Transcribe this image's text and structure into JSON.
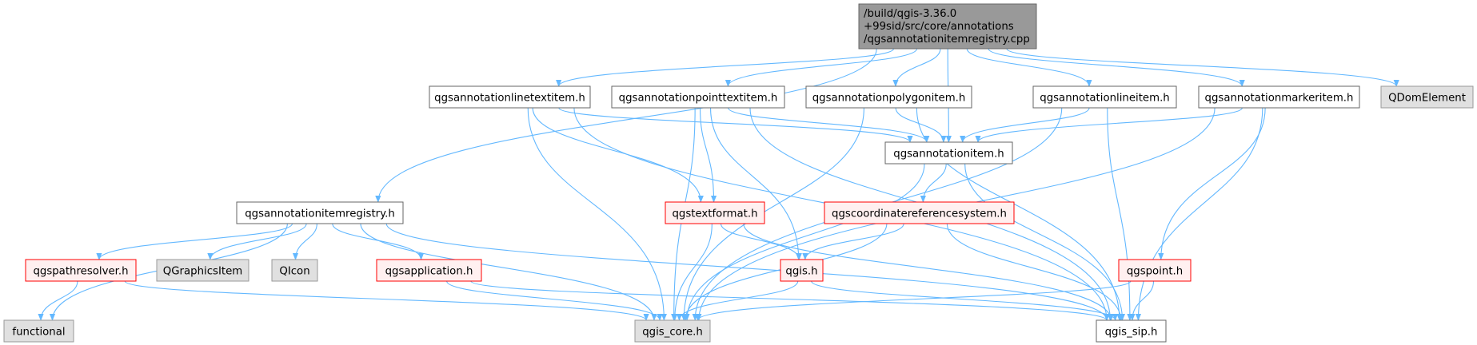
{
  "colors": {
    "edge": "#63b8ff",
    "root_fill": "#999999",
    "root_stroke": "#666666",
    "normal_fill": "#ffffff",
    "normal_stroke": "#666666",
    "truncated_fill": "#fff0f0",
    "truncated_stroke": "#ff0000",
    "external_fill": "#e0e0e0",
    "external_stroke": "#999999"
  },
  "nodes": [
    {
      "id": "root",
      "kind": "root",
      "lines": [
        "/build/qgis-3.36.0",
        "+99sid/src/core/annotations",
        "/qgsannotationitemregistry.cpp"
      ]
    },
    {
      "id": "linetextitem",
      "kind": "normal",
      "lines": [
        "qgsannotationlinetextitem.h"
      ]
    },
    {
      "id": "pointtextitem",
      "kind": "normal",
      "lines": [
        "qgsannotationpointtextitem.h"
      ]
    },
    {
      "id": "polygonitem",
      "kind": "normal",
      "lines": [
        "qgsannotationpolygonitem.h"
      ]
    },
    {
      "id": "lineitem",
      "kind": "normal",
      "lines": [
        "qgsannotationlineitem.h"
      ]
    },
    {
      "id": "markeritem",
      "kind": "normal",
      "lines": [
        "qgsannotationmarkeritem.h"
      ]
    },
    {
      "id": "qdomelement",
      "kind": "external",
      "lines": [
        "QDomElement"
      ]
    },
    {
      "id": "annotationitem",
      "kind": "normal",
      "lines": [
        "qgsannotationitem.h"
      ]
    },
    {
      "id": "itemregistry",
      "kind": "normal",
      "lines": [
        "qgsannotationitemregistry.h"
      ]
    },
    {
      "id": "textformat",
      "kind": "truncated",
      "lines": [
        "qgstextformat.h"
      ]
    },
    {
      "id": "crs",
      "kind": "truncated",
      "lines": [
        "qgscoordinatereferencesystem.h"
      ]
    },
    {
      "id": "pathresolver",
      "kind": "truncated",
      "lines": [
        "qgspathresolver.h"
      ]
    },
    {
      "id": "qgraphicsitem",
      "kind": "external",
      "lines": [
        "QGraphicsItem"
      ]
    },
    {
      "id": "qicon",
      "kind": "external",
      "lines": [
        "QIcon"
      ]
    },
    {
      "id": "application",
      "kind": "truncated",
      "lines": [
        "qgsapplication.h"
      ]
    },
    {
      "id": "qgis",
      "kind": "truncated",
      "lines": [
        "qgis.h"
      ]
    },
    {
      "id": "point",
      "kind": "truncated",
      "lines": [
        "qgspoint.h"
      ]
    },
    {
      "id": "functional",
      "kind": "external",
      "lines": [
        "functional"
      ]
    },
    {
      "id": "qgiscore",
      "kind": "external",
      "lines": [
        "qgis_core.h"
      ]
    },
    {
      "id": "qgissip",
      "kind": "normal",
      "lines": [
        "qgis_sip.h"
      ]
    }
  ],
  "edges": [
    [
      "root",
      "linetextitem"
    ],
    [
      "root",
      "pointtextitem"
    ],
    [
      "root",
      "polygonitem"
    ],
    [
      "root",
      "annotationitem"
    ],
    [
      "root",
      "lineitem"
    ],
    [
      "root",
      "markeritem"
    ],
    [
      "root",
      "qdomelement"
    ],
    [
      "root",
      "itemregistry"
    ],
    [
      "linetextitem",
      "annotationitem"
    ],
    [
      "linetextitem",
      "textformat"
    ],
    [
      "linetextitem",
      "qgiscore"
    ],
    [
      "linetextitem",
      "qgissip"
    ],
    [
      "pointtextitem",
      "annotationitem"
    ],
    [
      "pointtextitem",
      "textformat"
    ],
    [
      "pointtextitem",
      "qgis"
    ],
    [
      "pointtextitem",
      "qgiscore"
    ],
    [
      "pointtextitem",
      "qgissip"
    ],
    [
      "polygonitem",
      "annotationitem"
    ],
    [
      "polygonitem",
      "qgiscore"
    ],
    [
      "polygonitem",
      "qgissip"
    ],
    [
      "lineitem",
      "annotationitem"
    ],
    [
      "lineitem",
      "qgiscore"
    ],
    [
      "lineitem",
      "qgissip"
    ],
    [
      "markeritem",
      "annotationitem"
    ],
    [
      "markeritem",
      "point"
    ],
    [
      "markeritem",
      "qgiscore"
    ],
    [
      "markeritem",
      "qgissip"
    ],
    [
      "annotationitem",
      "crs"
    ],
    [
      "annotationitem",
      "qgiscore"
    ],
    [
      "annotationitem",
      "qgissip"
    ],
    [
      "itemregistry",
      "pathresolver"
    ],
    [
      "itemregistry",
      "qgraphicsitem"
    ],
    [
      "itemregistry",
      "qicon"
    ],
    [
      "itemregistry",
      "application"
    ],
    [
      "itemregistry",
      "functional"
    ],
    [
      "itemregistry",
      "qgiscore"
    ],
    [
      "itemregistry",
      "qgissip"
    ],
    [
      "textformat",
      "qgis"
    ],
    [
      "textformat",
      "qgiscore"
    ],
    [
      "textformat",
      "qgissip"
    ],
    [
      "crs",
      "qgis"
    ],
    [
      "crs",
      "qgiscore"
    ],
    [
      "crs",
      "qgissip"
    ],
    [
      "pathresolver",
      "functional"
    ],
    [
      "pathresolver",
      "qgiscore"
    ],
    [
      "application",
      "qgiscore"
    ],
    [
      "application",
      "qgissip"
    ],
    [
      "qgis",
      "qgiscore"
    ],
    [
      "qgis",
      "qgissip"
    ],
    [
      "point",
      "qgiscore"
    ],
    [
      "point",
      "qgissip"
    ]
  ]
}
